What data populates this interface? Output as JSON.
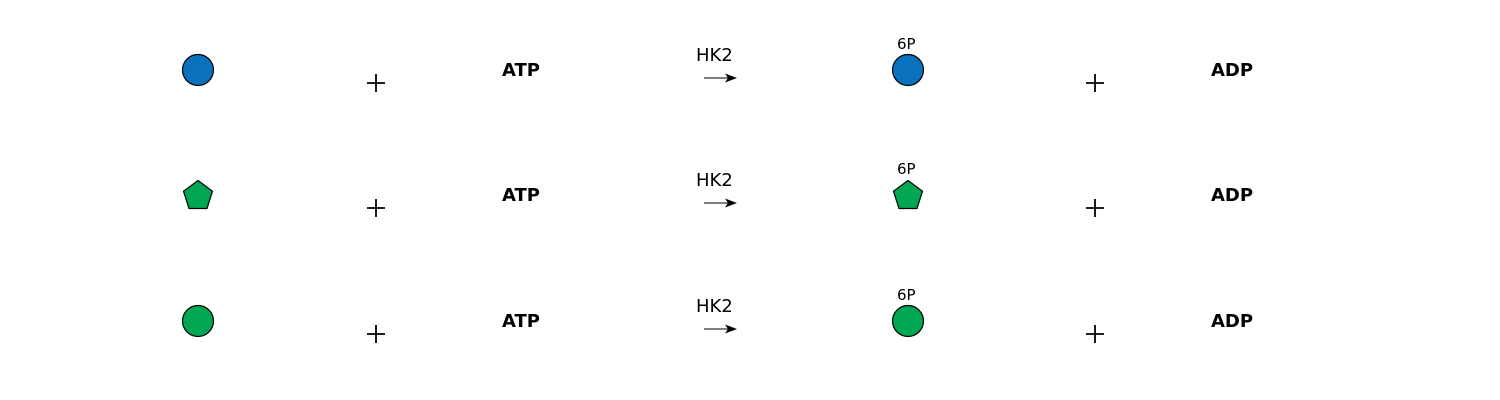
{
  "colors": {
    "blue": "#0a72bc",
    "green": "#00a651",
    "stroke": "#000000"
  },
  "reactions": [
    {
      "substrate_shape": "circle",
      "substrate_color": "blue",
      "plus": "+",
      "cosubstrate": "ATP",
      "enzyme": "HK2",
      "modification": "6P",
      "product_shape": "circle",
      "product_color": "blue",
      "coproduct": "ADP"
    },
    {
      "substrate_shape": "pentagon",
      "substrate_color": "green",
      "plus": "+",
      "cosubstrate": "ATP",
      "enzyme": "HK2",
      "modification": "6P",
      "product_shape": "pentagon",
      "product_color": "green",
      "coproduct": "ADP"
    },
    {
      "substrate_shape": "circle",
      "substrate_color": "green",
      "plus": "+",
      "cosubstrate": "ATP",
      "enzyme": "HK2",
      "modification": "6P",
      "product_shape": "circle",
      "product_color": "green",
      "coproduct": "ADP"
    }
  ]
}
